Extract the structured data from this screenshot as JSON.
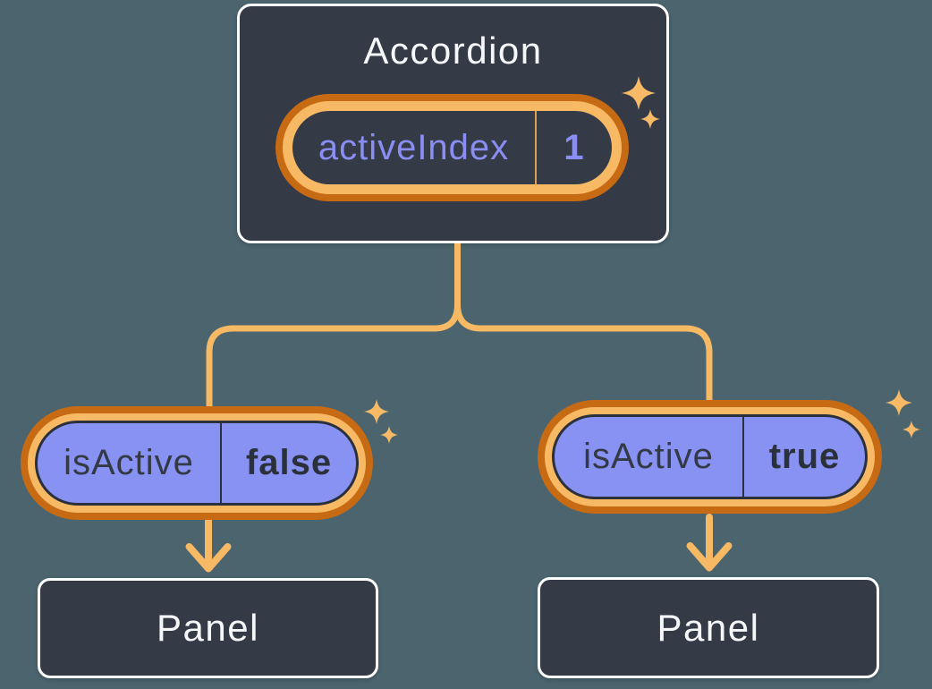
{
  "accordion": {
    "title": "Accordion",
    "state": {
      "name": "activeIndex",
      "value": "1"
    }
  },
  "children": [
    {
      "state": {
        "name": "isActive",
        "value": "false"
      },
      "panel_label": "Panel"
    },
    {
      "state": {
        "name": "isActive",
        "value": "true"
      },
      "panel_label": "Panel"
    }
  ],
  "icons": {
    "sparkle": "sparkle-icon",
    "arrow_down": "arrow-down-icon"
  },
  "colors": {
    "background": "#4B646E",
    "box_fill": "#343A46",
    "box_border": "#FFFFFF",
    "box_text": "#F6F7F9",
    "ring_outer_orange": "#C66A14",
    "ring_inner_orange": "#F8B964",
    "pill_purple_fill": "#8892F2",
    "pill_purple_text": "#8A8EF3",
    "pill_dark_text": "#333A45",
    "pill_dark_outline": "#2A303C",
    "top_pill_divider": "#DE9F52",
    "connector_line": "#F7B964",
    "sparkle": "#F8BA66"
  }
}
